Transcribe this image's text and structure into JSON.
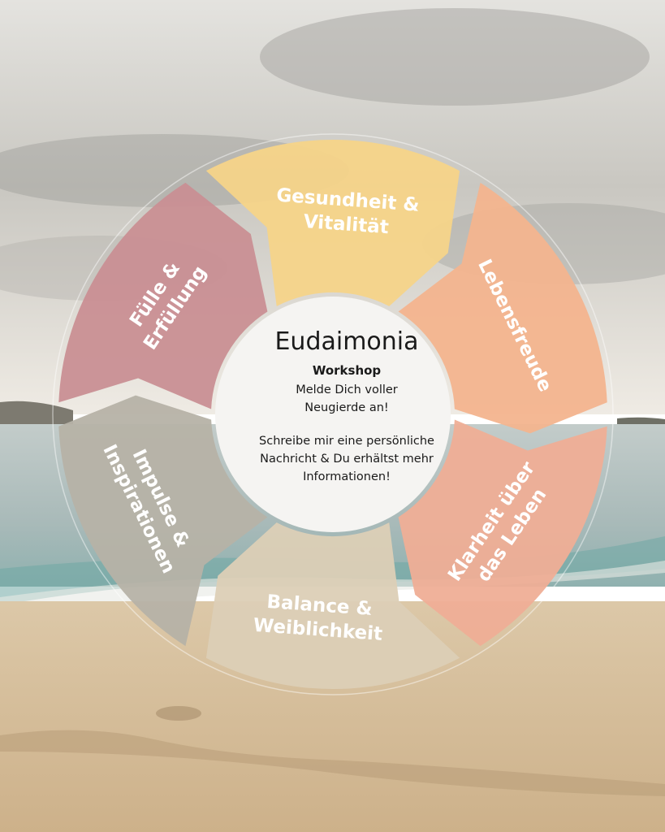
{
  "segments": [
    {
      "label_lines": [
        "Gesundheit &",
        "Vitalität"
      ],
      "color": "#F6D489"
    },
    {
      "label_lines": [
        "Lebensfreude"
      ],
      "color": "#F3B48E"
    },
    {
      "label_lines": [
        "Klarheit über",
        "das Leben"
      ],
      "color": "#EFAE96"
    },
    {
      "label_lines": [
        "Balance &",
        "Weiblichkeit"
      ],
      "color": "#DCCFB6"
    },
    {
      "label_lines": [
        "Impulse &",
        "Inspirationen"
      ],
      "color": "#B6B2A6"
    },
    {
      "label_lines": [
        "Fülle &",
        "Erfüllung"
      ],
      "color": "#C98F94"
    }
  ],
  "center": {
    "title": "Eudaimonia",
    "subtitle": "Workshop",
    "line1": "Melde Dich voller",
    "line2": "Neugierde an!",
    "line3": "Schreibe mir eine persönliche",
    "line4": "Nachricht & Du erhältst mehr",
    "line5": "Informationen!"
  },
  "colors": {
    "sky_top": "#D9D6CF",
    "sky_horizon": "#EEEAE3",
    "sea": "#9FB3B5",
    "sand": "#D6BF9E",
    "center_fill": "#F5F4F2"
  }
}
